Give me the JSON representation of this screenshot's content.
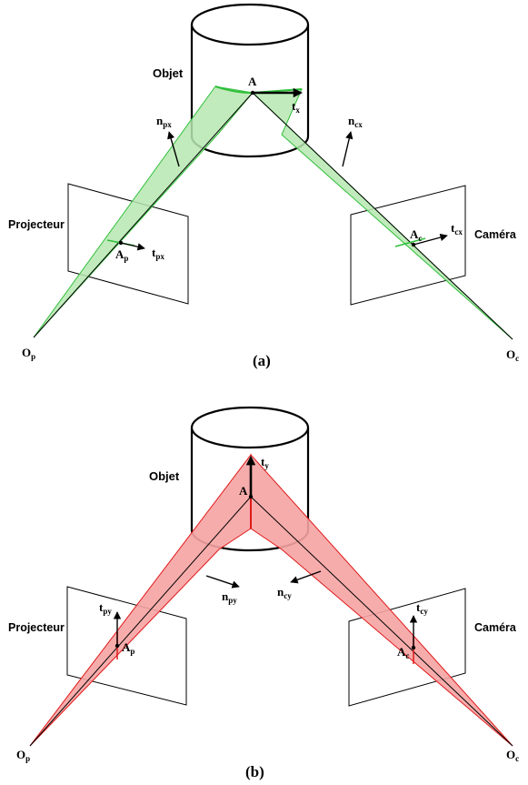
{
  "colors": {
    "green_fill": "#b6e7b0",
    "green_stroke": "#2fbf3a",
    "red_fill": "#f6a3a3",
    "red_stroke": "#e01818"
  },
  "panel_a": {
    "caption": "(a)",
    "object_label": "Objet",
    "projector_label": "Projecteur",
    "camera_label": "Caméra",
    "point_A": "A",
    "t_x": {
      "main": "t",
      "sub": "x"
    },
    "n_px": {
      "main": "n",
      "sub": "px"
    },
    "n_cx": {
      "main": "n",
      "sub": "cx"
    },
    "A_p": {
      "main": "A",
      "sub": "p"
    },
    "t_px": {
      "main": "t",
      "sub": "px"
    },
    "A_c": {
      "main": "A",
      "sub": "c"
    },
    "t_cx": {
      "main": "t",
      "sub": "cx"
    },
    "O_p": {
      "main": "O",
      "sub": "p"
    },
    "O_c": {
      "main": "O",
      "sub": "c"
    }
  },
  "panel_b": {
    "caption": "(b)",
    "object_label": "Objet",
    "projector_label": "Projecteur",
    "camera_label": "Caméra",
    "point_A": "A",
    "t_y": {
      "main": "t",
      "sub": "y"
    },
    "n_py": {
      "main": "n",
      "sub": "py"
    },
    "n_cy": {
      "main": "n",
      "sub": "cy"
    },
    "A_p": {
      "main": "A",
      "sub": "p"
    },
    "t_py": {
      "main": "t",
      "sub": "py"
    },
    "A_c": {
      "main": "A",
      "sub": "c"
    },
    "t_cy": {
      "main": "t",
      "sub": "cy"
    },
    "O_p": {
      "main": "O",
      "sub": "p"
    },
    "O_c": {
      "main": "O",
      "sub": "c"
    }
  }
}
